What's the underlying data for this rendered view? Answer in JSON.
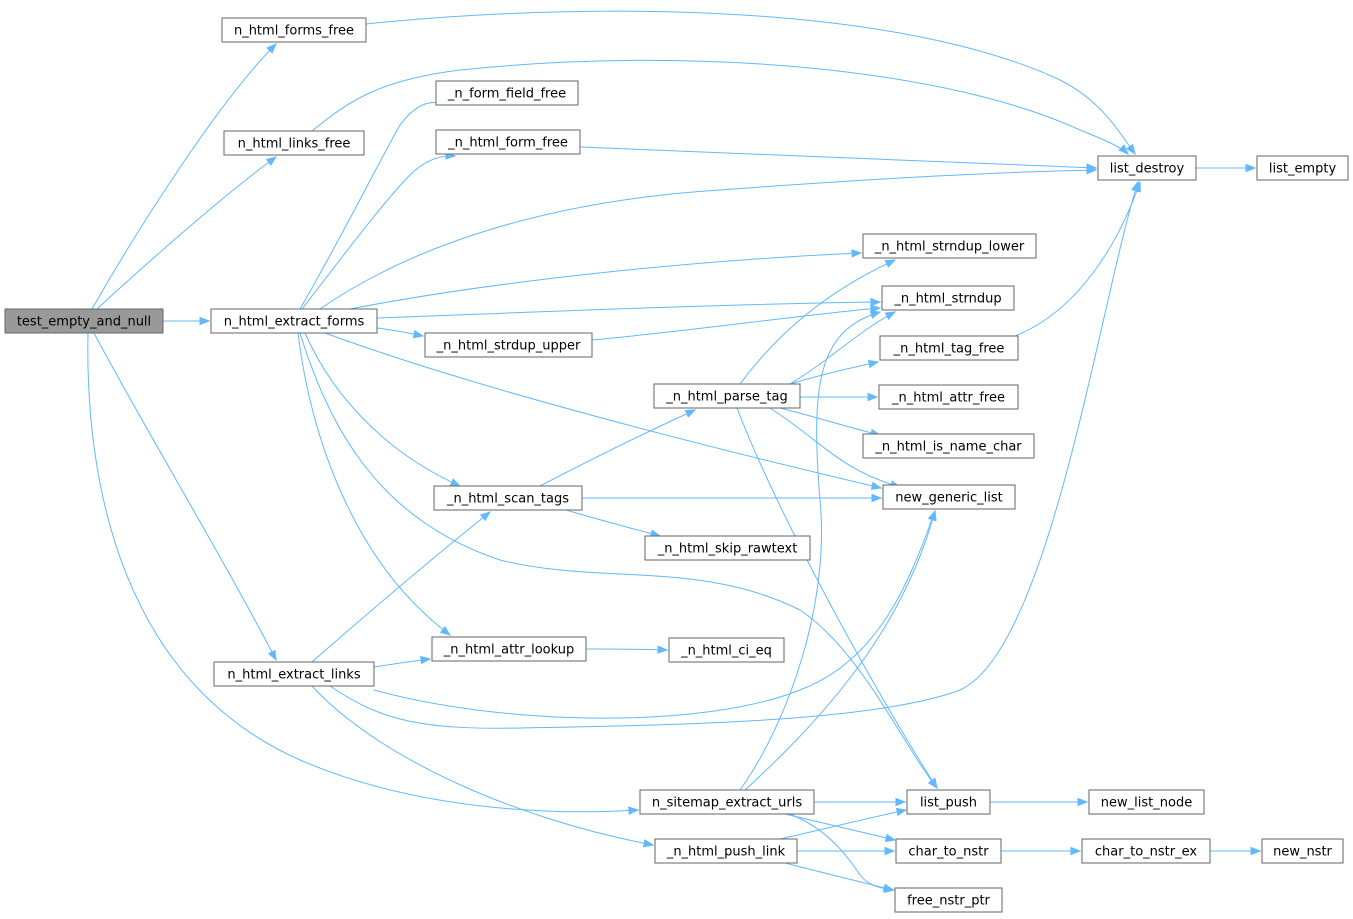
{
  "graph": {
    "root": "test_empty_and_null",
    "nodes": {
      "test_empty_and_null": "test_empty_and_null",
      "n_html_forms_free": "n_html_forms_free",
      "n_html_links_free": "n_html_links_free",
      "n_html_extract_forms": "n_html_extract_forms",
      "n_html_extract_links": "n_html_extract_links",
      "n_sitemap_extract_urls": "n_sitemap_extract_urls",
      "_n_form_field_free": "_n_form_field_free",
      "_n_html_form_free": "_n_html_form_free",
      "_n_html_strdup_upper": "_n_html_strdup_upper",
      "_n_html_scan_tags": "_n_html_scan_tags",
      "_n_html_attr_lookup": "_n_html_attr_lookup",
      "_n_html_push_link": "_n_html_push_link",
      "_n_html_parse_tag": "_n_html_parse_tag",
      "_n_html_skip_rawtext": "_n_html_skip_rawtext",
      "_n_html_ci_eq": "_n_html_ci_eq",
      "_n_html_strndup_lower": "_n_html_strndup_lower",
      "_n_html_strndup": "_n_html_strndup",
      "_n_html_tag_free": "_n_html_tag_free",
      "_n_html_attr_free": "_n_html_attr_free",
      "_n_html_is_name_char": "_n_html_is_name_char",
      "new_generic_list": "new_generic_list",
      "list_push": "list_push",
      "char_to_nstr": "char_to_nstr",
      "free_nstr_ptr": "free_nstr_ptr",
      "list_destroy": "list_destroy",
      "list_empty": "list_empty",
      "new_list_node": "new_list_node",
      "char_to_nstr_ex": "char_to_nstr_ex",
      "new_nstr": "new_nstr"
    },
    "edges": [
      [
        "test_empty_and_null",
        "n_html_forms_free"
      ],
      [
        "test_empty_and_null",
        "n_html_links_free"
      ],
      [
        "test_empty_and_null",
        "n_html_extract_forms"
      ],
      [
        "test_empty_and_null",
        "n_html_extract_links"
      ],
      [
        "test_empty_and_null",
        "n_sitemap_extract_urls"
      ],
      [
        "n_html_forms_free",
        "list_destroy"
      ],
      [
        "n_html_links_free",
        "list_destroy"
      ],
      [
        "n_html_extract_forms",
        "_n_form_field_free"
      ],
      [
        "n_html_extract_forms",
        "_n_html_form_free"
      ],
      [
        "n_html_extract_forms",
        "list_destroy"
      ],
      [
        "n_html_extract_forms",
        "_n_html_strndup_lower"
      ],
      [
        "n_html_extract_forms",
        "_n_html_strndup"
      ],
      [
        "n_html_extract_forms",
        "_n_html_strdup_upper"
      ],
      [
        "n_html_extract_forms",
        "new_generic_list"
      ],
      [
        "n_html_extract_forms",
        "_n_html_scan_tags"
      ],
      [
        "n_html_extract_forms",
        "_n_html_attr_lookup"
      ],
      [
        "n_html_extract_forms",
        "list_push"
      ],
      [
        "_n_html_form_free",
        "list_destroy"
      ],
      [
        "_n_html_strdup_upper",
        "_n_html_strndup"
      ],
      [
        "_n_html_scan_tags",
        "_n_html_parse_tag"
      ],
      [
        "_n_html_scan_tags",
        "new_generic_list"
      ],
      [
        "_n_html_scan_tags",
        "_n_html_skip_rawtext"
      ],
      [
        "_n_html_parse_tag",
        "_n_html_strndup_lower"
      ],
      [
        "_n_html_parse_tag",
        "_n_html_strndup"
      ],
      [
        "_n_html_parse_tag",
        "_n_html_tag_free"
      ],
      [
        "_n_html_parse_tag",
        "_n_html_attr_free"
      ],
      [
        "_n_html_parse_tag",
        "_n_html_is_name_char"
      ],
      [
        "_n_html_parse_tag",
        "new_generic_list"
      ],
      [
        "_n_html_parse_tag",
        "list_push"
      ],
      [
        "_n_html_tag_free",
        "list_destroy"
      ],
      [
        "_n_html_attr_lookup",
        "_n_html_ci_eq"
      ],
      [
        "n_html_extract_links",
        "_n_html_scan_tags"
      ],
      [
        "n_html_extract_links",
        "_n_html_attr_lookup"
      ],
      [
        "n_html_extract_links",
        "new_generic_list"
      ],
      [
        "n_html_extract_links",
        "list_destroy"
      ],
      [
        "n_html_extract_links",
        "_n_html_push_link"
      ],
      [
        "n_sitemap_extract_urls",
        "_n_html_strndup"
      ],
      [
        "n_sitemap_extract_urls",
        "new_generic_list"
      ],
      [
        "n_sitemap_extract_urls",
        "list_push"
      ],
      [
        "n_sitemap_extract_urls",
        "char_to_nstr"
      ],
      [
        "n_sitemap_extract_urls",
        "free_nstr_ptr"
      ],
      [
        "_n_html_push_link",
        "list_push"
      ],
      [
        "_n_html_push_link",
        "char_to_nstr"
      ],
      [
        "_n_html_push_link",
        "free_nstr_ptr"
      ],
      [
        "list_destroy",
        "list_empty"
      ],
      [
        "list_push",
        "new_list_node"
      ],
      [
        "char_to_nstr",
        "char_to_nstr_ex"
      ],
      [
        "char_to_nstr_ex",
        "new_nstr"
      ]
    ]
  },
  "colors": {
    "edge": "#63b8ff",
    "node_border": "#666666",
    "node_fill": "#ffffff",
    "root_fill": "#999999"
  }
}
